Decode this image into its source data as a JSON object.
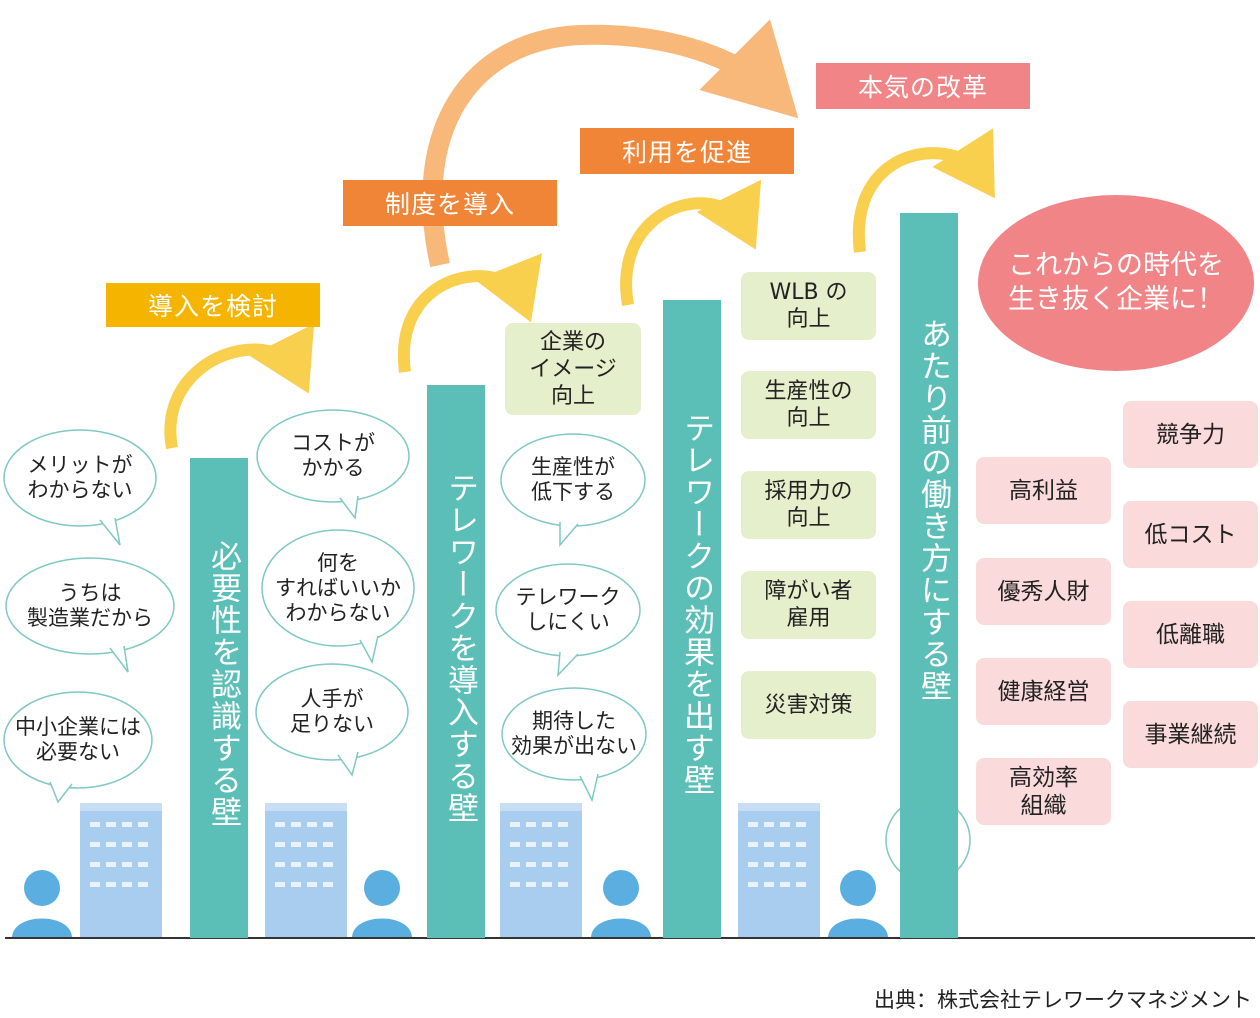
{
  "steps": {
    "consider": "導入を検討",
    "introduce": "制度を導入",
    "promote": "利用を促進",
    "reform": "本気の改革"
  },
  "walls": [
    "必要性を認識する壁",
    "テレワークを導入する壁",
    "テレワークの効果を出す壁",
    "あたり前の働き方にする壁"
  ],
  "bubbles_1": [
    "メリットが\nわからない",
    "うちは\n製造業だから",
    "中小企業には\n必要ない"
  ],
  "bubbles_2": [
    "コストが\nかかる",
    "何を\nすればいいか\nわからない",
    "人手が\n足りない"
  ],
  "bubbles_3": [
    "生産性が\n低下する",
    "テレワーク\nしにくい",
    "期待した\n効果が出ない"
  ],
  "image_box": "企業の\nイメージ\n向上",
  "effects": [
    "WLB の\n向上",
    "生産性の\n向上",
    "採用力の\n向上",
    "障がい者\n雇用",
    "災害対策"
  ],
  "benefits_left": [
    "高利益",
    "優秀人財",
    "健康経営",
    "高効率\n組織"
  ],
  "benefits_right": [
    "競争力",
    "低コスト",
    "低離職",
    "事業継続"
  ],
  "goal": "これからの時代を\n生き抜く企業に！",
  "source": "出典：株式会社テレワークマネジメント",
  "colors": {
    "teal": "#5bbfb8",
    "yellow_tag": "#f5b400",
    "orange_tag": "#f08437",
    "pink_tag": "#f08486",
    "arrow_yellow": "#f9cf4e",
    "arrow_orange": "#f7b87a",
    "bubble_border": "#7fc8c3",
    "green_box": "#e6efcb",
    "pink_box": "#fadada",
    "person": "#5aaee0",
    "building": "#a9cdef"
  }
}
